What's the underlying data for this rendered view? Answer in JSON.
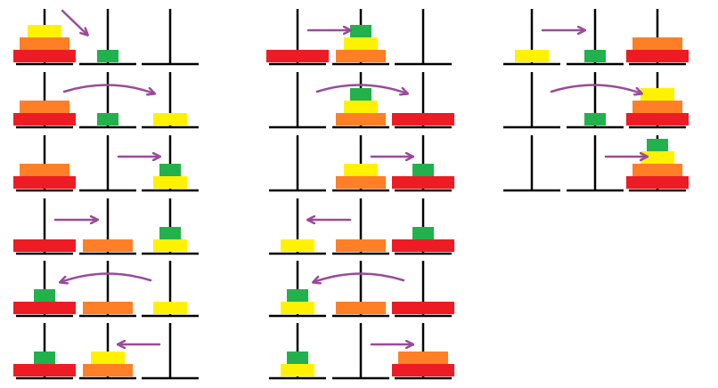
{
  "colors": {
    "background": "#ffffff",
    "peg": "#000000",
    "arrow": "#9b4a9b",
    "disk_red": "#ed1c24",
    "disk_orange": "#ff7f27",
    "disk_yellow": "#fff200",
    "disk_green": "#22b14c"
  },
  "disk_sizes": {
    "red": 4,
    "orange": 3,
    "yellow": 2,
    "green": 1
  },
  "steps": [
    {
      "pegs": [
        [
          "red",
          "orange",
          "yellow"
        ],
        [
          "green"
        ],
        []
      ],
      "move": [
        0,
        1
      ],
      "arrow": "diagonal"
    },
    {
      "pegs": [
        [
          "red",
          "orange"
        ],
        [
          "green"
        ],
        [
          "yellow"
        ]
      ],
      "move": [
        0,
        2
      ],
      "arrow": "arc"
    },
    {
      "pegs": [
        [
          "red",
          "orange"
        ],
        [],
        [
          "yellow",
          "green"
        ]
      ],
      "move": [
        1,
        2
      ],
      "arrow": "straight"
    },
    {
      "pegs": [
        [
          "red"
        ],
        [
          "orange"
        ],
        [
          "yellow",
          "green"
        ]
      ],
      "move": [
        0,
        1
      ],
      "arrow": "straight"
    },
    {
      "pegs": [
        [
          "red",
          "green"
        ],
        [
          "orange"
        ],
        [
          "yellow"
        ]
      ],
      "move": [
        2,
        0
      ],
      "arrow": "arc"
    },
    {
      "pegs": [
        [
          "red",
          "green"
        ],
        [
          "orange",
          "yellow"
        ],
        []
      ],
      "move": [
        2,
        1
      ],
      "arrow": "straight"
    },
    {
      "pegs": [
        [
          "red"
        ],
        [
          "orange",
          "yellow",
          "green"
        ],
        []
      ],
      "move": [
        0,
        1
      ],
      "arrow": "straight"
    },
    {
      "pegs": [
        [],
        [
          "orange",
          "yellow",
          "green"
        ],
        [
          "red"
        ]
      ],
      "move": [
        0,
        2
      ],
      "arrow": "arc"
    },
    {
      "pegs": [
        [],
        [
          "orange",
          "yellow"
        ],
        [
          "red",
          "green"
        ]
      ],
      "move": [
        1,
        2
      ],
      "arrow": "straight"
    },
    {
      "pegs": [
        [
          "yellow"
        ],
        [
          "orange"
        ],
        [
          "red",
          "green"
        ]
      ],
      "move": [
        1,
        0
      ],
      "arrow": "straight"
    },
    {
      "pegs": [
        [
          "yellow",
          "green"
        ],
        [
          "orange"
        ],
        [
          "red"
        ]
      ],
      "move": [
        2,
        0
      ],
      "arrow": "arc"
    },
    {
      "pegs": [
        [
          "yellow",
          "green"
        ],
        [],
        [
          "red",
          "orange"
        ]
      ],
      "move": [
        1,
        2
      ],
      "arrow": "straight"
    },
    {
      "pegs": [
        [
          "yellow"
        ],
        [
          "green"
        ],
        [
          "red",
          "orange"
        ]
      ],
      "move": [
        0,
        1
      ],
      "arrow": "straight"
    },
    {
      "pegs": [
        [],
        [
          "green"
        ],
        [
          "red",
          "orange",
          "yellow"
        ]
      ],
      "move": [
        0,
        2
      ],
      "arrow": "arc"
    },
    {
      "pegs": [
        [],
        [],
        [
          "red",
          "orange",
          "yellow",
          "green"
        ]
      ],
      "move": [
        1,
        2
      ],
      "arrow": "straight"
    }
  ]
}
